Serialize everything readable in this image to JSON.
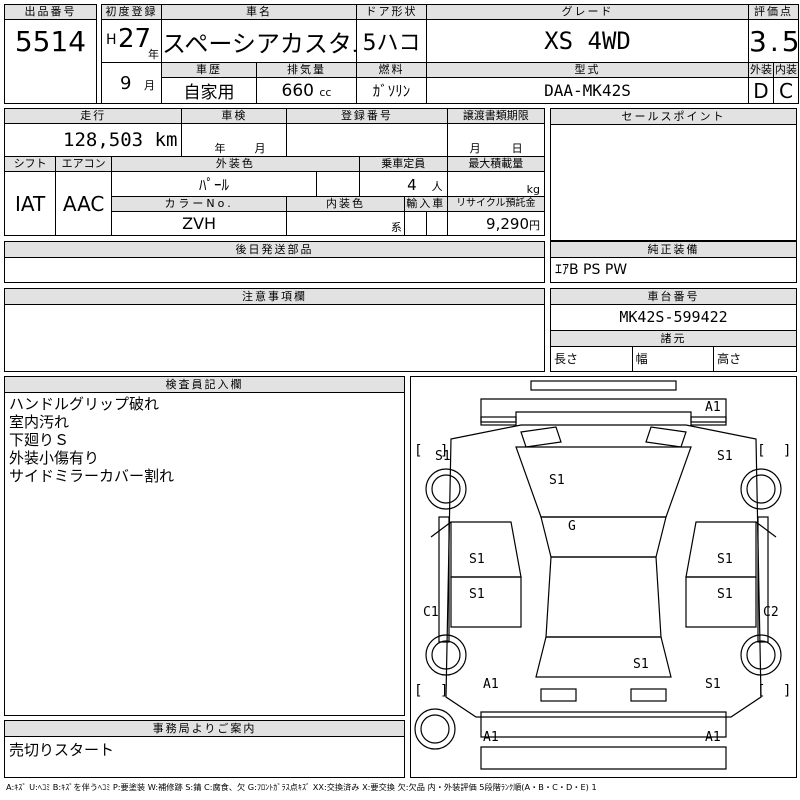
{
  "header": {
    "lot_label": "出品番号",
    "lot_value": "5514",
    "first_reg_label": "初度登録",
    "era": "H",
    "year": "27",
    "year_unit": "年",
    "month": "9",
    "month_unit": "月",
    "car_name_label": "車名",
    "car_name": "スペーシアカスタム",
    "door_label": "ドア形状",
    "door_value": "5ハコ",
    "grade_label": "グレード",
    "grade_value": "XS 4WD",
    "score_label": "評価点",
    "score_value": "3.5",
    "history_label": "車歴",
    "history_value": "自家用",
    "displacement_label": "排気量",
    "displacement_value": "660",
    "displacement_unit": "cc",
    "fuel_label": "燃料",
    "fuel_value": "ｶﾞｿﾘﾝ",
    "model_label": "型式",
    "model_value": "DAA-MK42S",
    "ext_label": "外装",
    "ext_value": "D",
    "int_label": "内装",
    "int_value": "C"
  },
  "row2": {
    "mileage_label": "走行",
    "mileage_value": "128,503",
    "mileage_unit": "km",
    "inspection_label": "車検",
    "year_unit": "年",
    "month_unit": "月",
    "plate_label": "登録番号",
    "transfer_label": "譲渡書類期限",
    "transfer_month": "月",
    "transfer_day": "日",
    "shift_label": "シフト",
    "shift_value": "IAT",
    "ac_label": "エアコン",
    "ac_value": "AAC",
    "ext_color_label": "外装色",
    "ext_color_value": "ﾊﾟｰﾙ",
    "capacity_label": "乗車定員",
    "capacity_value": "4",
    "capacity_unit": "人",
    "load_label": "最大積載量",
    "load_unit": "kg",
    "color_no_label": "カラーNo.",
    "color_no_value": "ZVH",
    "int_color_label": "内装色",
    "int_color_unit": "系",
    "import_label": "輸入車",
    "recycle_label": "リサイクル預託金",
    "recycle_value": "9,290",
    "recycle_unit": "円",
    "later_parts_label": "後日発送部品"
  },
  "sales_point": {
    "label": "セールスポイント"
  },
  "equipment": {
    "label": "純正装備",
    "value": "ｴｱB PS PW"
  },
  "notes": {
    "label": "注意事項欄"
  },
  "chassis": {
    "label": "車台番号",
    "value": "MK42S-599422",
    "spec_label": "諸元",
    "length_label": "長さ",
    "width_label": "幅",
    "height_label": "高さ"
  },
  "inspector": {
    "label": "検査員記入欄",
    "lines": [
      "ハンドルグリップ破れ",
      "室内汚れ",
      "下廻りＳ",
      "外装小傷有り",
      "サイドミラーカバー割れ"
    ]
  },
  "office": {
    "label": "事務局よりご案内",
    "value": "売切りスタート"
  },
  "diagram_marks": {
    "front_bumper": "A1",
    "left_front_fender": "S1",
    "right_front_fender": "S1",
    "hood": "S1",
    "windshield": "G",
    "left_front_door": "S1",
    "right_front_door": "S1",
    "left_rear_door": "S1",
    "right_rear_door": "S1",
    "left_sill": "C1",
    "right_sill": "C2",
    "roof": "S1",
    "left_rear_fender": "A1",
    "right_rear_fender": "S1",
    "rear_bumper_left": "A1",
    "rear_bumper_right": "A1"
  },
  "legend": "A:ｷｽﾞ U:ﾍｺﾐ B:ｷｽﾞを伴うﾍｺﾐ P:要塗装 W:補修跡 S:錆 C:腐食、欠 G:ﾌﾛﾝﾄｶﾞﾗｽ点ｷｽﾞ XX:交換済み X:要交換 欠:欠品 内・外装評価 5段階ﾗﾝｸ順(A・B・C・D・E) 1"
}
